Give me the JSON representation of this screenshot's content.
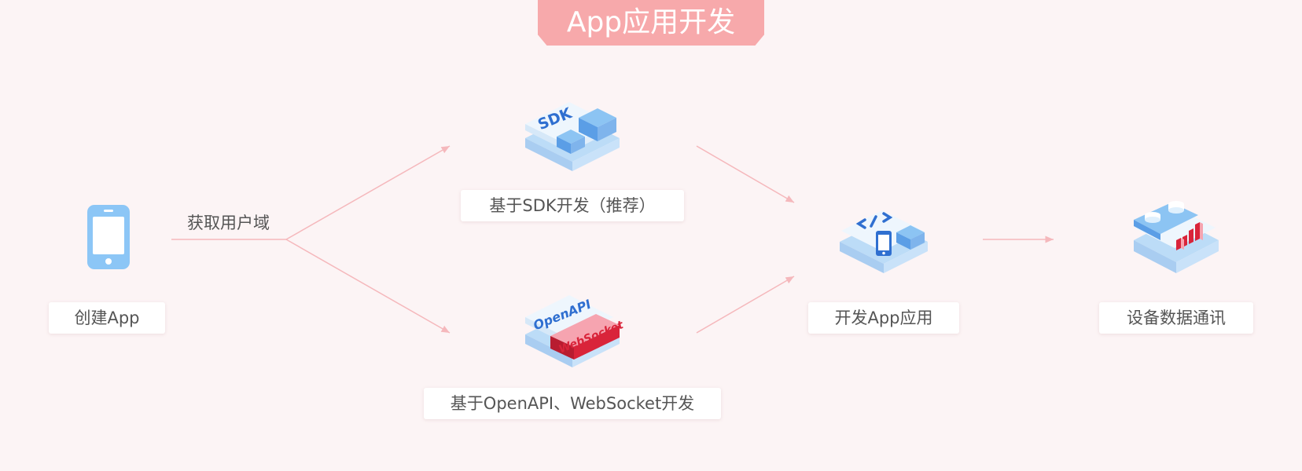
{
  "title": "App应用开发",
  "steps": {
    "create_app": "创建App",
    "get_domain": "获取用户域",
    "sdk": "基于SDK开发（推荐）",
    "openapi": "基于OpenAPI、WebSocket开发",
    "develop": "开发App应用",
    "communicate": "设备数据通讯"
  },
  "icons": {
    "sdk_text": "SDK",
    "openapi_text": "OpenAPI",
    "websocket_text": "WebSocket"
  },
  "colors": {
    "title_bg": "#f7a9ab",
    "arrow": "#f5b8bc",
    "blue_light": "#bcdcf7",
    "blue_mid": "#7fb8ec",
    "blue_dark": "#3a7fd6",
    "red": "#d9243a"
  }
}
